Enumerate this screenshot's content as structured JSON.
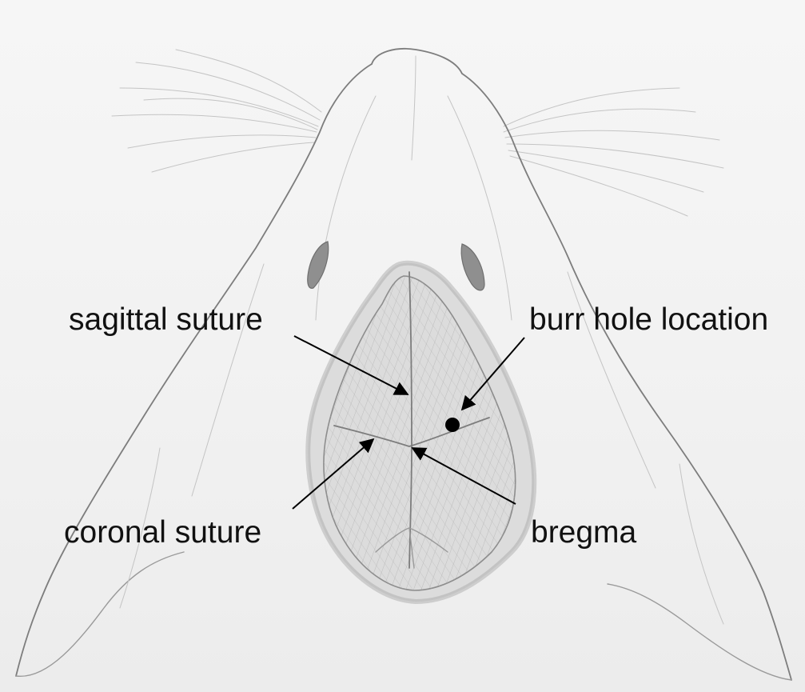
{
  "labels": {
    "sagittal_suture": "sagittal suture",
    "burr_hole_location": "burr hole location",
    "coronal_suture": "coronal suture",
    "bregma": "bregma"
  },
  "colors": {
    "background": "#f3f3f3",
    "pencil": "#9a9a9a",
    "text": "#111111",
    "marker": "#000000"
  }
}
